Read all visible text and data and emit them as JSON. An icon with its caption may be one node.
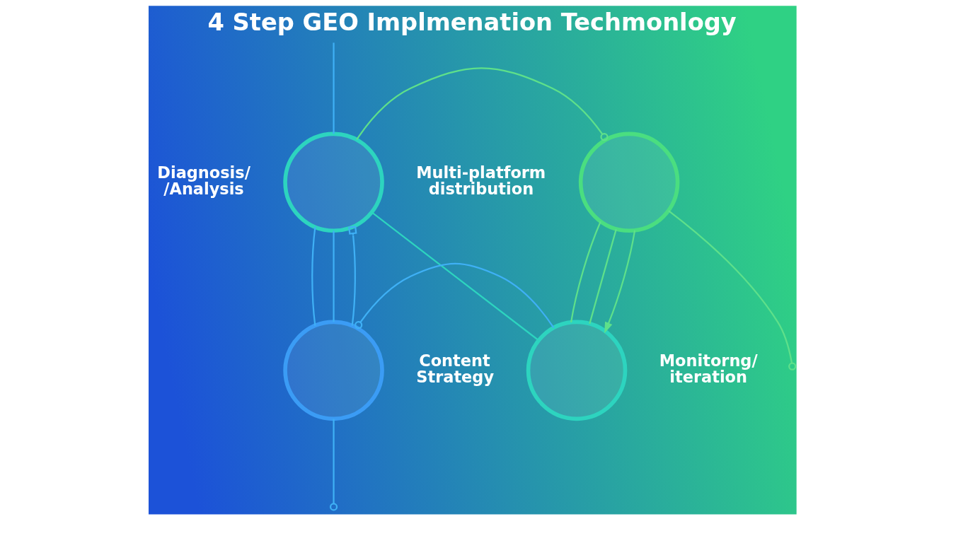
{
  "diagram": {
    "title": "4 Step GEO Implmenation Techmonlogy",
    "nodes": [
      {
        "text": [],
        "shape": "circle",
        "beside": [
          "Diagnosis/ /Analysis"
        ]
      },
      {
        "text": [],
        "shape": "circle",
        "beside": [
          "Multi-platform distribution"
        ]
      },
      {
        "text": [],
        "shape": "circle",
        "beside": [
          "Content Strategy"
        ]
      },
      {
        "text": [],
        "shape": "circle",
        "beside": [
          "Monitorng/ iteration"
        ]
      }
    ],
    "edges": [
      {
        "from": 0,
        "to": 2,
        "arrow": "none"
      },
      {
        "from": 0,
        "to": 2,
        "arrow": "none"
      },
      {
        "from": 1,
        "to": 3,
        "arrow": "none",
        "color": "#5ee08a"
      },
      {
        "from": 1,
        "to": 3,
        "arrow": "none",
        "color": "#5ee08a"
      },
      {
        "from": 0,
        "to": 3,
        "arrow": "none",
        "color": "#2dd4bf"
      },
      {
        "from": 2,
        "to": 0,
        "arrow": "other"
      },
      {
        "from": null,
        "to": 0,
        "arrow": "none"
      },
      {
        "from": 2,
        "to": null,
        "arrow": "other"
      },
      {
        "from": 0,
        "to": 1,
        "arrow": "other",
        "color": "#5ee08a"
      },
      {
        "from": 2,
        "to": 3,
        "arrow": "other"
      },
      {
        "from": 1,
        "to": 3,
        "arrow": "to",
        "color": "#5ee08a"
      },
      {
        "from": 1,
        "to": null,
        "arrow": "other",
        "color": "#5ee08a"
      }
    ]
  }
}
